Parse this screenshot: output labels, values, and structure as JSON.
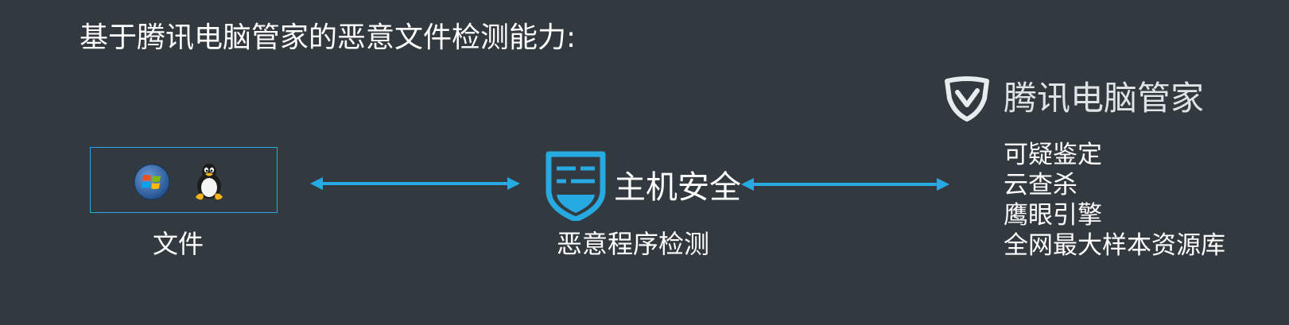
{
  "title": "基于腾讯电脑管家的恶意文件检测能力:",
  "file_node": {
    "icons": [
      "windows-logo-icon",
      "linux-tux-icon"
    ],
    "label": "文件"
  },
  "host_node": {
    "icon": "shield-icon",
    "label": "主机安全",
    "sublabel": "恶意程序检测"
  },
  "brand_node": {
    "logo": "tencent-pc-manager-shield-icon",
    "name": "腾讯电脑管家",
    "capabilities": [
      "可疑鉴定",
      "云查杀",
      "鹰眼引擎",
      "全网最大样本资源库"
    ]
  },
  "colors": {
    "background": "#333a3f",
    "accent": "#27a9e1",
    "text": "#ffffff"
  }
}
